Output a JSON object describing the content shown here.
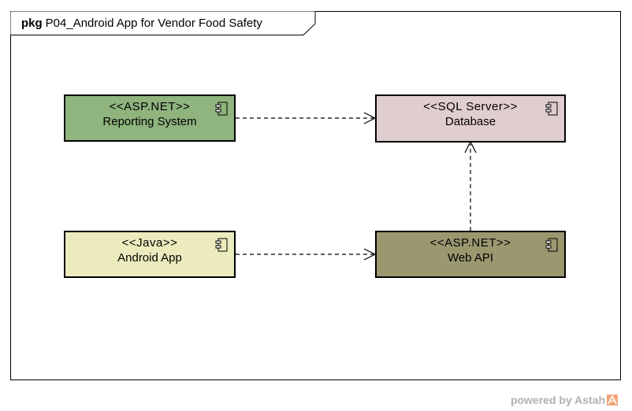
{
  "package": {
    "keyword": "pkg",
    "name": "P04_Android App for Vendor Food Safety"
  },
  "components": {
    "reporting_system": {
      "stereotype": "<<ASP.NET>>",
      "name": "Reporting System",
      "fill": "#8fb47e"
    },
    "database": {
      "stereotype": "<<SQL Server>>",
      "name": "Database",
      "fill": "#e0cdd0"
    },
    "android_app": {
      "stereotype": "<<Java>>",
      "name": "Android App",
      "fill": "#ecebbd"
    },
    "web_api": {
      "stereotype": "<<ASP.NET>>",
      "name": "Web API",
      "fill": "#9b9870"
    }
  },
  "dependencies": [
    {
      "from": "Reporting System",
      "to": "Database"
    },
    {
      "from": "Android App",
      "to": "Web API"
    },
    {
      "from": "Web API",
      "to": "Database"
    }
  ],
  "watermark": {
    "text": "powered by Astah"
  },
  "icons": {
    "component": "component-icon",
    "astah_logo": "astah-logo-icon"
  }
}
